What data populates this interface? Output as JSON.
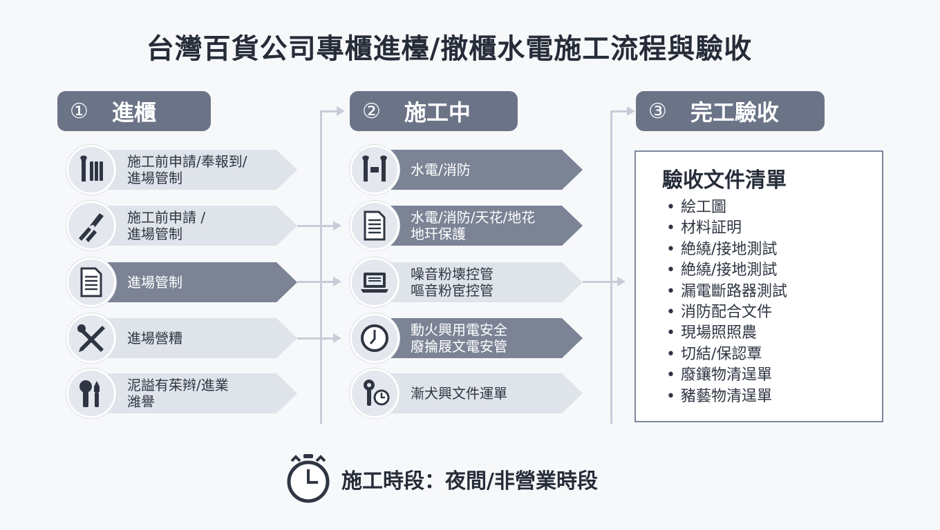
{
  "title": "台灣百貨公司專櫃進檯/撤櫃水電施工流程與驗收",
  "columns": [
    {
      "num": "①",
      "label": "進櫃",
      "steps": [
        {
          "icon": "wrench-pipes-icon",
          "text": "施工前申請/奉報到/\n進場管制"
        },
        {
          "icon": "pliers-icon",
          "text": "施工前申請 /\n進場管制"
        },
        {
          "icon": "document-icon",
          "text": "進場管制"
        },
        {
          "icon": "tools-cross-icon",
          "text": "進場營糟"
        },
        {
          "icon": "cutter-screwdriver-icon",
          "text": "泥謚有茱辫/進業\n潍譽"
        }
      ]
    },
    {
      "num": "②",
      "label": "施工中",
      "steps": [
        {
          "icon": "wrenches-icon",
          "text": "水電/消防"
        },
        {
          "icon": "document-icon",
          "text": "水電/消防/天花/地花\n地玕保護"
        },
        {
          "icon": "laptop-icon",
          "text": "噪音粉壊控管\n嘔音粉宦控管"
        },
        {
          "icon": "clock-icon",
          "text": "動火興用電安全\n廢掄屐文電安管"
        },
        {
          "icon": "key-clock-icon",
          "text": "漸犬興文件運單"
        }
      ]
    },
    {
      "num": "③",
      "label": "完工驗收"
    }
  ],
  "checklist": {
    "title": "驗收文件清單",
    "items": [
      "絵工圖",
      "材料証明",
      "絶繞/接地測試",
      "絶繞/接地測試",
      "漏電斷路器測試",
      "消防配合文件",
      "現場照照農",
      "切結/保認覃",
      "廢鑲物清逞單",
      "豬藝物清逞單"
    ]
  },
  "footer": {
    "icon": "stopwatch-icon",
    "text": "施工時段：夜間/非營業時段"
  },
  "colors": {
    "header": "#6b7487",
    "band_light": "#dfe3ea",
    "band_dark": "#7b8395",
    "text": "#262c38"
  }
}
